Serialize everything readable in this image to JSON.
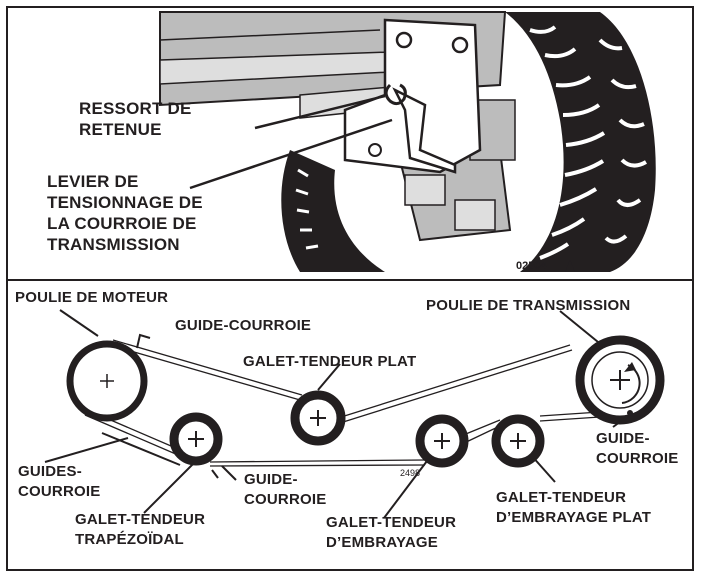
{
  "top_figure": {
    "labels": {
      "retaining_spring": [
        "RESSORT DE",
        "RETENUE"
      ],
      "tension_lever": [
        "LEVIER DE",
        "TENSIONNAGE DE",
        "LA COURROIE DE",
        "TRANSMISSION"
      ]
    },
    "figure_code": "02504"
  },
  "bottom_figure": {
    "labels": {
      "engine_pulley": "POULIE DE MOTEUR",
      "belt_guide_top": "GUIDE-COURROIE",
      "flat_idler": "GALET-TENDEUR PLAT",
      "transmission_pulley": "POULIE DE TRANSMISSION",
      "belt_guides_left": [
        "GUIDES-",
        "COURROIE"
      ],
      "belt_guide_mid": [
        "GUIDE-",
        "COURROIE"
      ],
      "belt_guide_right": [
        "GUIDE-",
        "COURROIE"
      ],
      "v_idler": [
        "GALET-TENDEUR",
        "TRAPÉZOÏDAL"
      ],
      "clutch_idler": [
        "GALET-TENDEUR",
        "D’EMBRAYAGE"
      ],
      "clutch_flat_idler": [
        "GALET-TENDEUR",
        "D’EMBRAYAGE PLAT"
      ]
    },
    "figure_code": "2498"
  },
  "colors": {
    "ink": "#231f20",
    "paper": "#ffffff",
    "shade": "#bcbcbc",
    "shade_light": "#dedede"
  }
}
